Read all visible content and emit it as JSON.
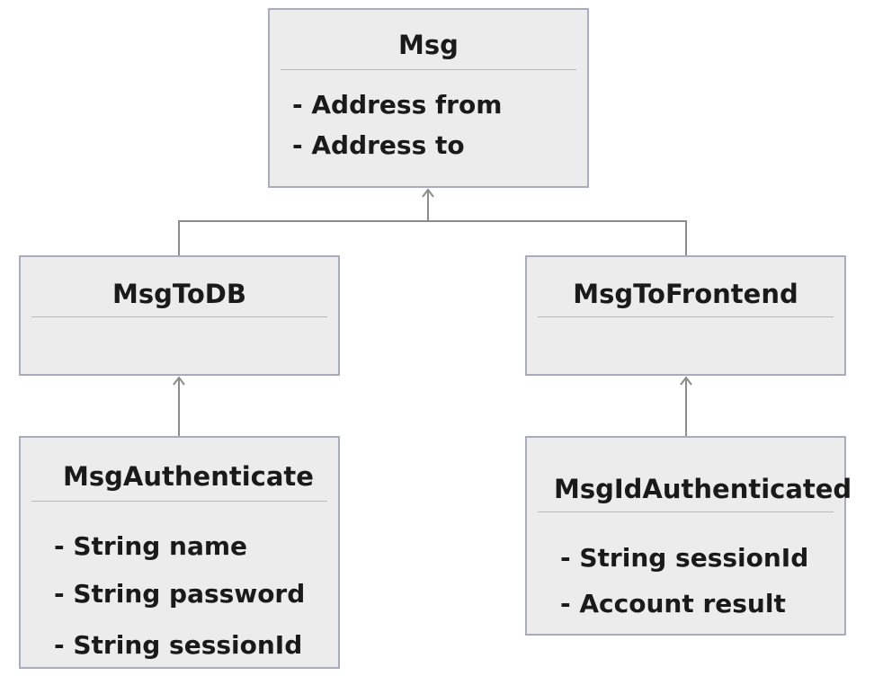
{
  "classes": {
    "msg": {
      "name": "Msg",
      "attributes": [
        "- Address from",
        "- Address to"
      ]
    },
    "msg_to_db": {
      "name": "MsgToDB",
      "attributes": []
    },
    "msg_to_frontend": {
      "name": "MsgToFrontend",
      "attributes": []
    },
    "msg_authenticate": {
      "name": "MsgAuthenticate",
      "attributes": [
        "- String name",
        "- String password",
        "- String sessionId"
      ]
    },
    "msg_id_authenticated": {
      "name": "MsgIdAuthenticated",
      "attributes": [
        "- String sessionId",
        "- Account result"
      ]
    }
  },
  "relations": [
    {
      "from": "MsgToDB",
      "to": "Msg",
      "type": "inheritance"
    },
    {
      "from": "MsgToFrontend",
      "to": "Msg",
      "type": "inheritance"
    },
    {
      "from": "MsgAuthenticate",
      "to": "MsgToDB",
      "type": "inheritance"
    },
    {
      "from": "MsgIdAuthenticated",
      "to": "MsgToFrontend",
      "type": "inheritance"
    }
  ],
  "colors": {
    "box_fill": "#ececec",
    "box_border": "#a9acbf",
    "connector": "#8c8c8c"
  }
}
